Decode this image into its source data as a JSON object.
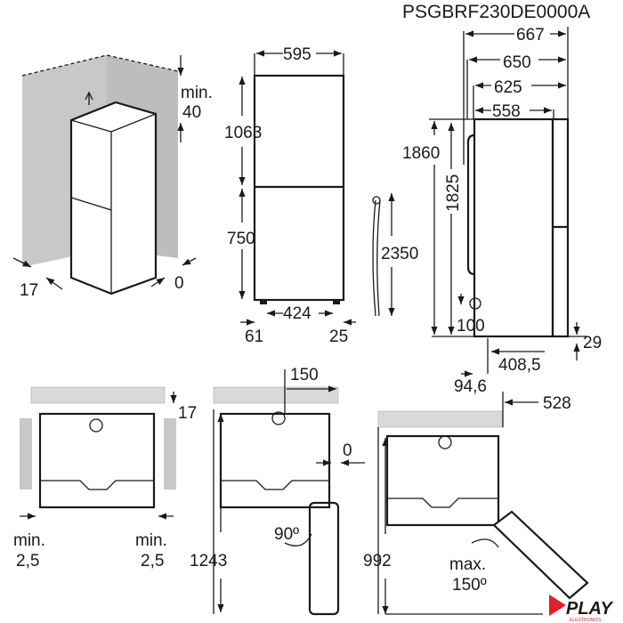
{
  "model_code": "PSGBRF230DE0000A",
  "perspective": {
    "min_label": "min.",
    "top_gap": "40",
    "side_gap": "17",
    "back_gap": "0"
  },
  "front": {
    "width": "595",
    "upper_height": "1063",
    "lower_height": "750",
    "feet_span": "424",
    "left_foot": "61",
    "right_foot": "25",
    "cable_length": "2350"
  },
  "side": {
    "total_depth": "667",
    "depth_650": "650",
    "depth_625": "625",
    "body_depth": "558",
    "total_height": "1860",
    "body_height": "1825",
    "plug_height": "100",
    "foot_height": "29",
    "feet_depth": "408,5",
    "front_foot_offset": "94,6"
  },
  "top_views": {
    "view1": {
      "top_gap": "17",
      "left_min_label": "min.",
      "left_min": "2,5",
      "right_min_label": "min.",
      "right_min": "2,5"
    },
    "view2": {
      "offset": "150",
      "side_gap": "0",
      "angle": "90º",
      "width": "1243"
    },
    "view3": {
      "depth": "528",
      "width": "992",
      "angle_label": "max.",
      "angle": "150º"
    }
  },
  "logo": {
    "text": "PLAY",
    "subtext": "ELECTRONICS",
    "color": "#e0202a"
  }
}
